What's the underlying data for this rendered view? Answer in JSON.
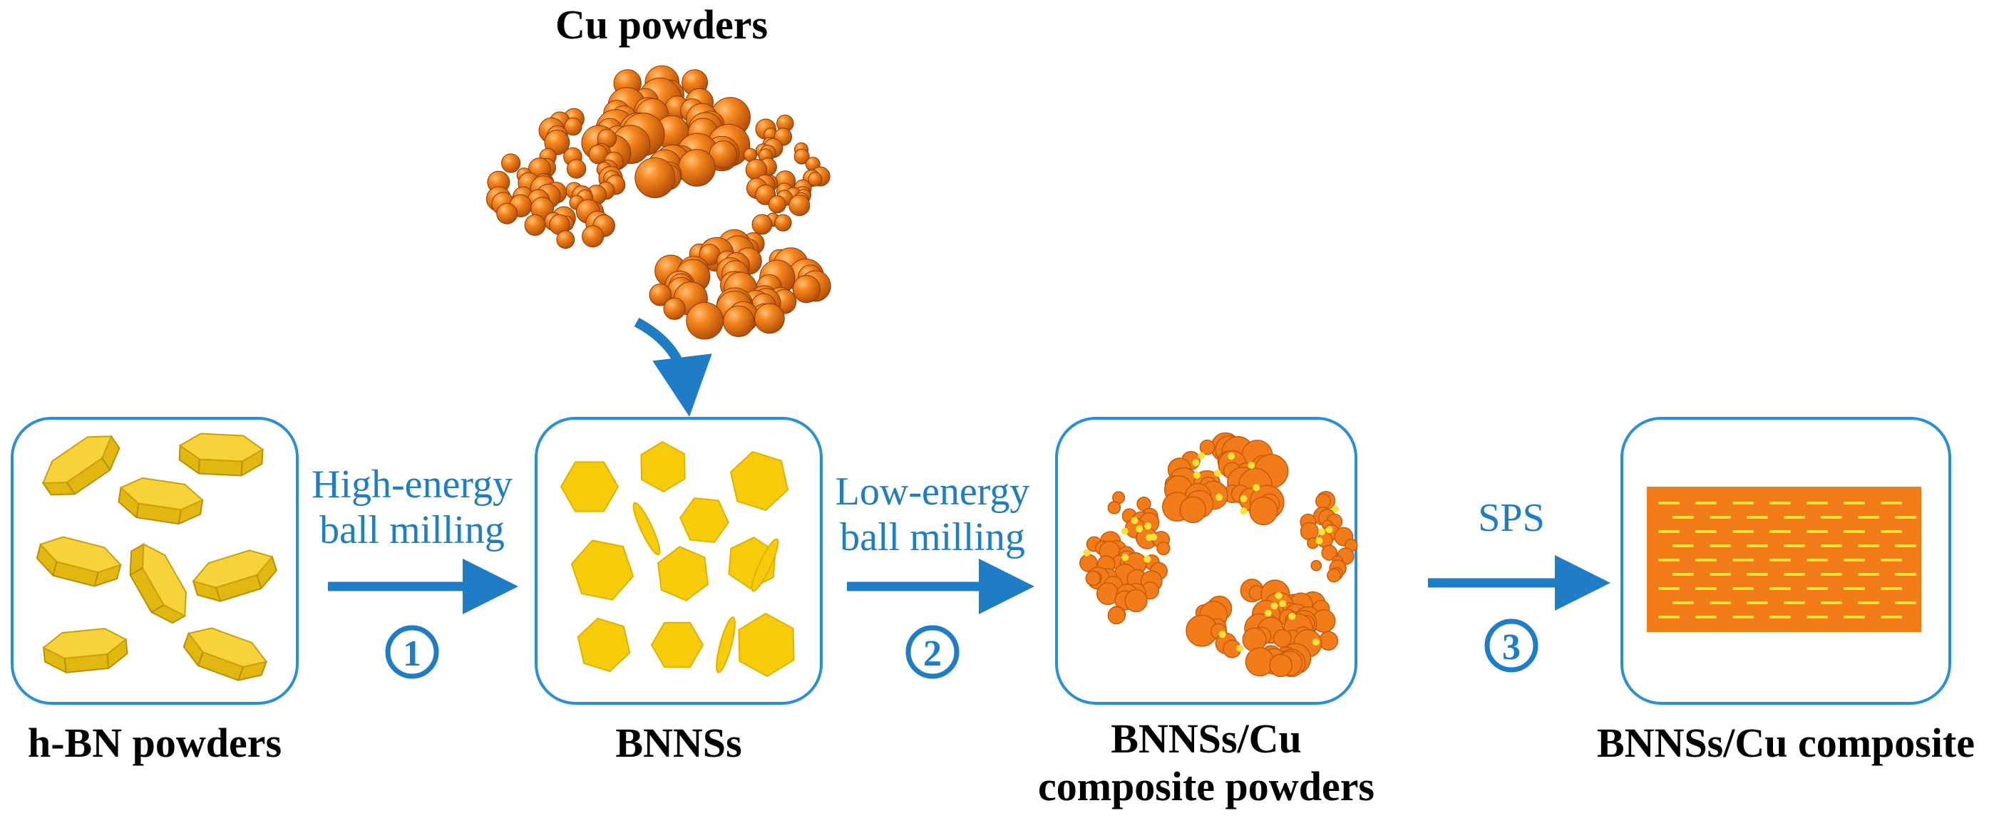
{
  "source_label": "Cu powders",
  "stages": [
    {
      "label": "h-BN powders"
    },
    {
      "label": "BNNSs"
    },
    {
      "label_line1": "BNNSs/Cu",
      "label_line2": "composite powders"
    },
    {
      "label": "BNNSs/Cu composite"
    }
  ],
  "steps": [
    {
      "number": "1",
      "line1": "High-energy",
      "line2": "ball milling"
    },
    {
      "number": "2",
      "line1": "Low-energy",
      "line2": "ball milling"
    },
    {
      "number": "3",
      "line1": "SPS"
    }
  ],
  "colors": {
    "accent_blue": "#1E7DC4",
    "box_border": "#2B8FD6",
    "hbn_yellow": "#F7D238",
    "bnns_yellow": "#F5CB0A",
    "copper": "#F07A12",
    "copper_dark": "#C85A08",
    "composite_orange": "#F27B1A",
    "composite_streak": "#F7E23A"
  }
}
